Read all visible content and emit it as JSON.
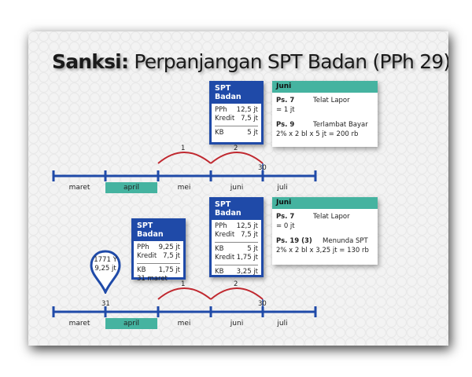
{
  "title": {
    "bold": "Sanksi:",
    "rest": "Perpanjangan SPT Badan (PPh 29)"
  },
  "colors": {
    "blue": "#1f4aa8",
    "teal": "#45b3a0",
    "arc": "#c0282f"
  },
  "timeline1": {
    "months": [
      "maret",
      "april",
      "mei",
      "juni",
      "juli"
    ],
    "highlight": "april",
    "arc_labels": [
      "1",
      "2"
    ],
    "day_label": "30",
    "spt": {
      "title": "SPT Badan",
      "rows": [
        {
          "label": "PPh",
          "value": "12,5 jt"
        },
        {
          "label": "Kredit",
          "value": "7,5 jt"
        },
        {
          "label": "KB",
          "value": "5 jt"
        }
      ]
    },
    "juni": {
      "title": "Juni",
      "lines": [
        {
          "bold": "Ps. 7",
          "text": "Telat Lapor"
        },
        {
          "text": "= 1 jt"
        },
        {
          "bold": "Ps. 9",
          "text": "Terlambat Bayar"
        },
        {
          "text": "2% x 2 bl x 5 jt = 200 rb"
        }
      ]
    }
  },
  "timeline2": {
    "months": [
      "maret",
      "april",
      "mei",
      "juni",
      "juli"
    ],
    "highlight": "april",
    "arc_labels": [
      "1",
      "2"
    ],
    "day_label_start": "31",
    "day_label": "30",
    "pin": {
      "line1": "1771 Y",
      "line2": "9,25 jt"
    },
    "spt_left": {
      "title": "SPT Badan",
      "rows": [
        {
          "label": "PPh",
          "value": "9,25 jt"
        },
        {
          "label": "Kredit",
          "value": "7,5 jt"
        },
        {
          "label": "KB",
          "value": "1,75 jt"
        },
        {
          "label": "31 maret",
          "value": ""
        }
      ]
    },
    "spt": {
      "title": "SPT Badan",
      "rows": [
        {
          "label": "PPh",
          "value": "12,5 jt"
        },
        {
          "label": "Kredit",
          "value": "7,5 jt"
        },
        {
          "label": "KB",
          "value": "5 jt"
        },
        {
          "label": "Kredit",
          "value": "1,75 jt"
        },
        {
          "label": "KB",
          "value": "3,25 jt"
        }
      ]
    },
    "juni": {
      "title": "Juni",
      "lines": [
        {
          "bold": "Ps. 7",
          "text": "Telat Lapor"
        },
        {
          "text": "= 0 jt"
        },
        {
          "bold": "Ps. 19 (3)",
          "text": "Menunda SPT"
        },
        {
          "text": "2% x 2 bl x 3,25 jt = 130 rb"
        }
      ]
    }
  }
}
